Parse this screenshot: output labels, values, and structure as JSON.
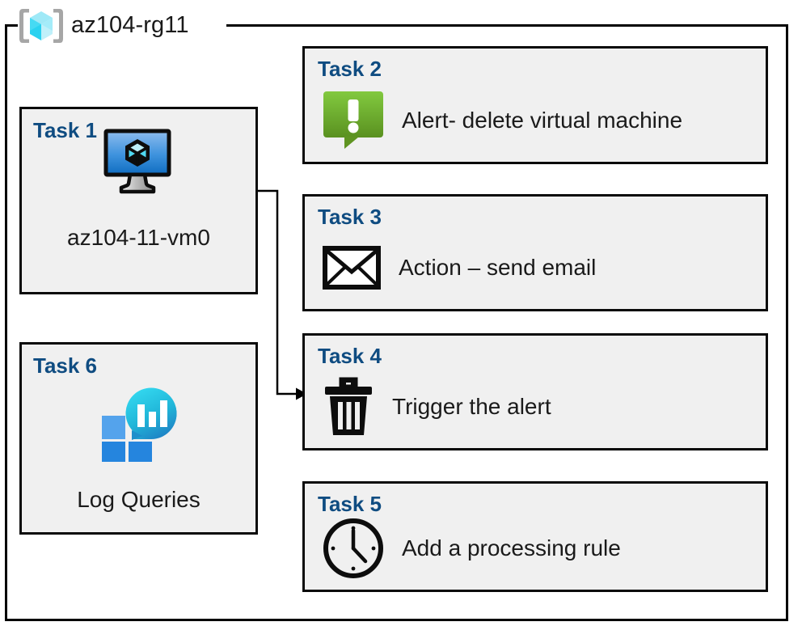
{
  "resource_group": {
    "icon": "azure-resource-group-icon",
    "title": "az104-rg11",
    "border_color": "#000000"
  },
  "colors": {
    "task_label": "#0f4c81",
    "box_fill": "#f0f0f0",
    "box_border": "#0a0a0a",
    "alert_green_light": "#7cc63c",
    "alert_green_dark": "#5c9220",
    "vm_blue_light": "#7db3ea",
    "vm_blue_dark": "#1272c8",
    "log_analytics_teal": "#2fd0e8",
    "log_analytics_blue": "#2585de",
    "text": "#1a1a1a"
  },
  "tasks": [
    {
      "id": "task1",
      "label": "Task 1",
      "icon": "virtual-machine-icon",
      "caption": "az104-11-vm0",
      "column": "left"
    },
    {
      "id": "task2",
      "label": "Task 2",
      "icon": "alert-exclamation-icon",
      "text": "Alert- delete virtual machine",
      "column": "right"
    },
    {
      "id": "task3",
      "label": "Task 3",
      "icon": "email-envelope-icon",
      "text": "Action – send email",
      "column": "right"
    },
    {
      "id": "task4",
      "label": "Task 4",
      "icon": "trash-delete-icon",
      "text": "Trigger the alert",
      "column": "right"
    },
    {
      "id": "task5",
      "label": "Task 5",
      "icon": "clock-icon",
      "text": "Add a processing rule",
      "column": "right"
    },
    {
      "id": "task6",
      "label": "Task 6",
      "icon": "log-analytics-icon",
      "caption": "Log Queries",
      "column": "left"
    }
  ],
  "connector": {
    "from": "task1-virtual-machine-icon",
    "to": "task4",
    "arrow": "arrowhead-right"
  }
}
